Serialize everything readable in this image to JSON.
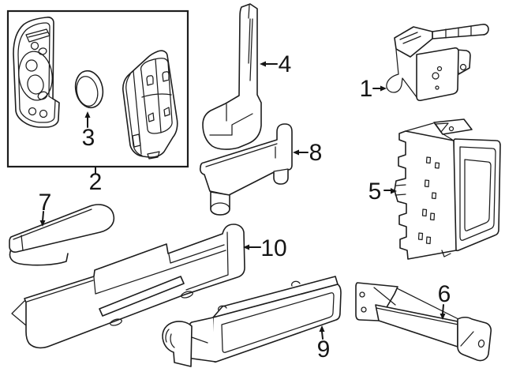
{
  "diagram": {
    "background_color": "#ffffff",
    "line_color": "#1d1d1d",
    "callouts": {
      "c1": "1",
      "c2": "2",
      "c3": "3",
      "c4": "4",
      "c5": "5",
      "c6": "6",
      "c7": "7",
      "c8": "8",
      "c9": "9",
      "c10": "10"
    }
  }
}
